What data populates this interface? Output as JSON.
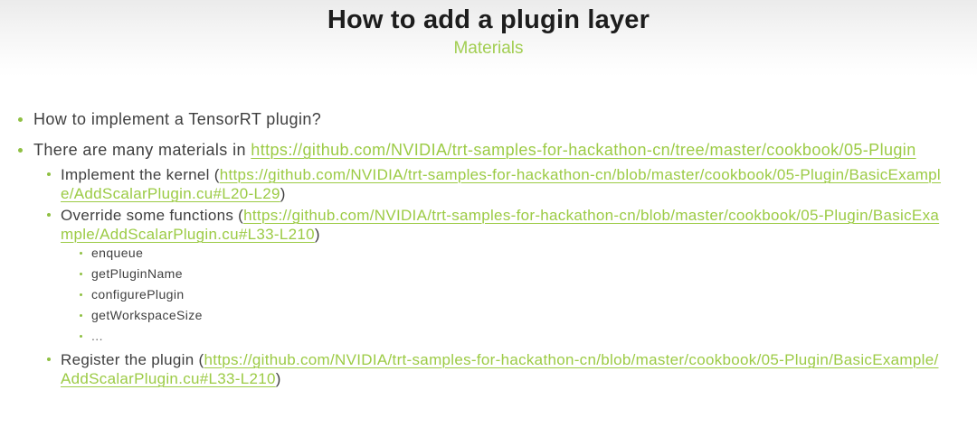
{
  "slide": {
    "title": "How to add a plugin layer",
    "subtitle": "Materials"
  },
  "colors": {
    "accent_green": "#9ccb45",
    "subtitle_green": "#a2ce52",
    "bullet_green": "#8fc043",
    "body_text": "#3f3f3f",
    "title_text": "#1d1d1d"
  },
  "bullets": {
    "question": "How to implement a TensorRT plugin?",
    "materials": {
      "prefix": "There are many materials in ",
      "link": "https://github.com/NVIDIA/trt-samples-for-hackathon-cn/tree/master/cookbook/05-Plugin"
    },
    "kernel": {
      "prefix": "Implement the kernel (",
      "link": "https://github.com/NVIDIA/trt-samples-for-hackathon-cn/blob/master/cookbook/05-Plugin/BasicExample/AddScalarPlugin.cu#L20-L29",
      "suffix": ")"
    },
    "override": {
      "prefix": "Override some functions (",
      "link": "https://github.com/NVIDIA/trt-samples-for-hackathon-cn/blob/master/cookbook/05-Plugin/BasicExample/AddScalarPlugin.cu#L33-L210",
      "suffix": ")"
    },
    "functions": [
      "enqueue",
      "getPluginName",
      "configurePlugin",
      "getWorkspaceSize",
      "..."
    ],
    "register": {
      "prefix": "Register the plugin (",
      "link": "https://github.com/NVIDIA/trt-samples-for-hackathon-cn/blob/master/cookbook/05-Plugin/BasicExample/AddScalarPlugin.cu#L33-L210",
      "suffix": ")"
    }
  }
}
